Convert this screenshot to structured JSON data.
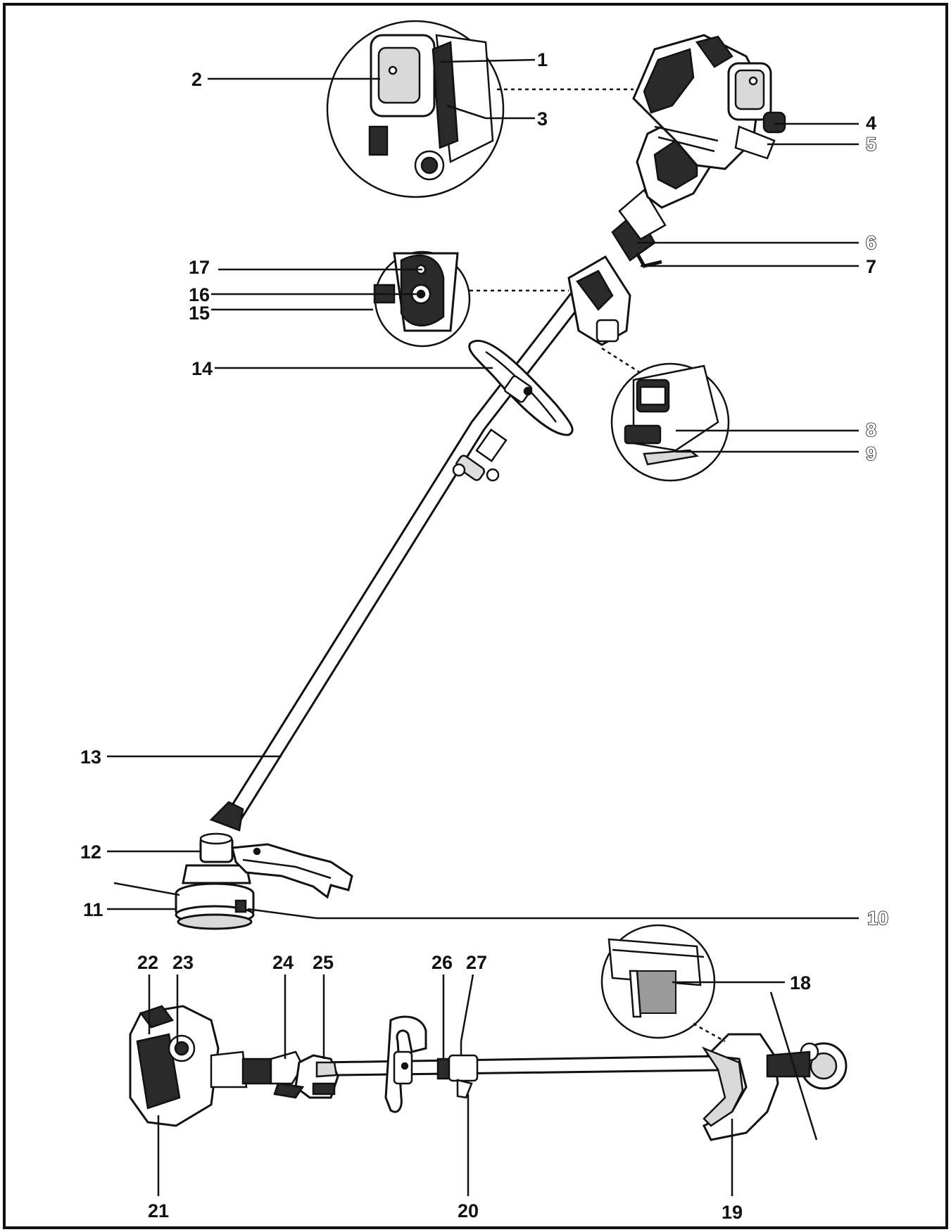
{
  "diagram": {
    "callouts": [
      {
        "id": "1",
        "text": "1"
      },
      {
        "id": "2",
        "text": "2"
      },
      {
        "id": "3",
        "text": "3"
      },
      {
        "id": "4",
        "text": "4"
      },
      {
        "id": "5",
        "text": "5"
      },
      {
        "id": "6",
        "text": "6"
      },
      {
        "id": "7",
        "text": "7"
      },
      {
        "id": "8",
        "text": "8"
      },
      {
        "id": "9",
        "text": "9"
      },
      {
        "id": "10",
        "text": "10"
      },
      {
        "id": "11",
        "text": "11"
      },
      {
        "id": "12",
        "text": "12"
      },
      {
        "id": "13",
        "text": "13"
      },
      {
        "id": "14",
        "text": "14"
      },
      {
        "id": "15",
        "text": "15"
      },
      {
        "id": "16",
        "text": "16"
      },
      {
        "id": "17",
        "text": "17"
      },
      {
        "id": "18",
        "text": "18"
      },
      {
        "id": "19",
        "text": "19"
      },
      {
        "id": "20",
        "text": "20"
      },
      {
        "id": "21",
        "text": "21"
      },
      {
        "id": "22",
        "text": "22"
      },
      {
        "id": "23",
        "text": "23"
      },
      {
        "id": "24",
        "text": "24"
      },
      {
        "id": "25",
        "text": "25"
      },
      {
        "id": "26",
        "text": "26"
      },
      {
        "id": "27",
        "text": "27"
      }
    ],
    "colors": {
      "line": "#111111",
      "fill_light": "#ffffff",
      "fill_mid": "#d9d9d9",
      "fill_dark": "#2a2a2a",
      "accent_gray": "#9a9a9a"
    }
  }
}
